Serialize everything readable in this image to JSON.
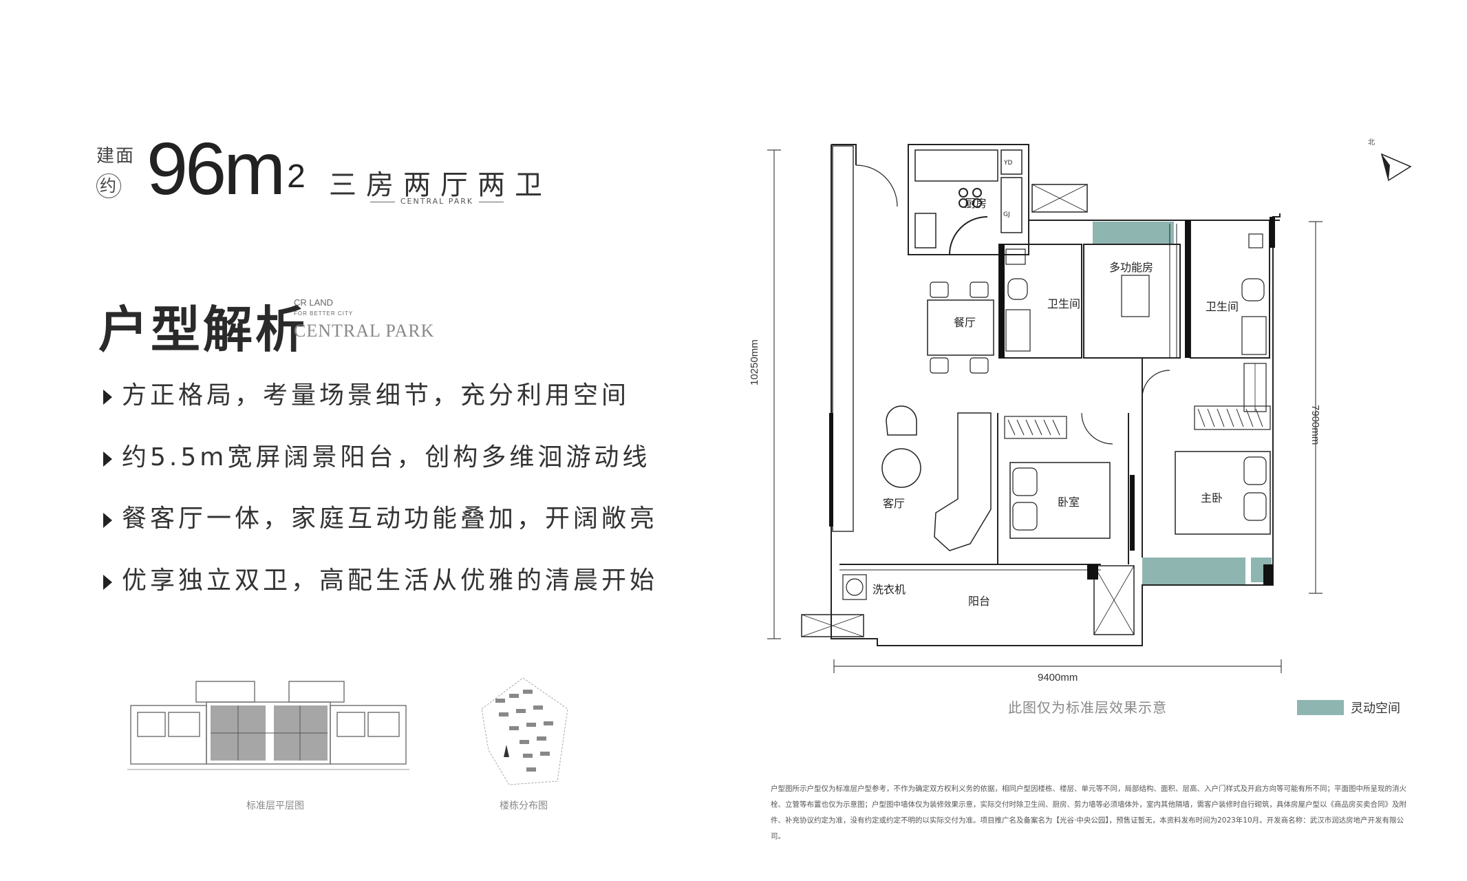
{
  "header": {
    "area_prefix": "建面",
    "area_prefix2": "约",
    "area_value": "96m",
    "area_unit_sup": "2",
    "layout_type": "三房两厅两卫",
    "layout_tag": "CENTRAL PARK"
  },
  "section": {
    "title": "户型解析",
    "brand_line1": "CR LAND",
    "brand_line2": "FOR BETTER CITY",
    "brand_serif": "CENTRAL PARK"
  },
  "features": [
    "方正格局，考量场景细节，充分利用空间",
    "约5.5m宽屏阔景阳台，创构多维洄游动线",
    "餐客厅一体，家庭互动功能叠加，开阔敞亮",
    "优享独立双卫，高配生活从优雅的清晨开始"
  ],
  "thumbnails": {
    "floor_label": "标准层平层图",
    "site_label": "楼栋分布图"
  },
  "plan": {
    "rooms": {
      "kitchen": "厨房",
      "dining": "餐厅",
      "bath1": "卫生间",
      "multi": "多功能房",
      "bath2": "卫生间",
      "living": "客厅",
      "bedroom": "卧室",
      "master": "主卧",
      "washer": "洗衣机",
      "balcony": "阳台",
      "yd": "YD",
      "gj": "GJ"
    },
    "dims": {
      "height_left": "10250mm",
      "height_right": "7900mm",
      "width_bottom": "9400mm"
    },
    "north": "北",
    "flex_color": "#8fb5b1"
  },
  "note": "此图仅为标准层效果示意",
  "legend_label": "灵动空间",
  "disclaimer": "户型图所示户型仅为标准层户型参考，不作为确定双方权利义务的依据，相同户型因楼栋、楼层、单元等不同，局部结构、面积、层高、入户门样式及开启方向等可能有所不同；平面图中所呈现的消火栓、立管等布置也仅为示意图；户型图中墙体仅为装修效果示意，实际交付时除卫生间、厨房、剪力墙等必须墙体外，室内其他隔墙，需客户装修时自行砌筑，具体房屋户型以《商品房买卖合同》及附件、补充协议约定为准，没有约定或约定不明的以实际交付为准。项目推广名及备案名为【光谷·中央公园】，预售证暂无，本资料发布时间为2023年10月。开发商名称：武汉市润达房地产开发有限公司。"
}
